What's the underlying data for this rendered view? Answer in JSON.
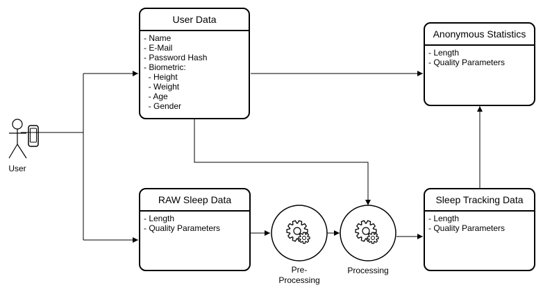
{
  "actor": {
    "label": "User"
  },
  "user_data": {
    "title": "User Data",
    "items": [
      "- Name",
      "- E-Mail",
      "- Password Hash",
      "- Biometric:",
      "  - Height",
      "  - Weight",
      "  - Age",
      "  - Gender"
    ]
  },
  "raw_sleep_data": {
    "title": "RAW Sleep Data",
    "items": [
      "- Length",
      "- Quality Parameters"
    ]
  },
  "anonymous_statistics": {
    "title": "Anonymous Statistics",
    "items": [
      "- Length",
      "- Quality Parameters"
    ]
  },
  "sleep_tracking_data": {
    "title": "Sleep Tracking Data",
    "items": [
      "- Length",
      "- Quality Parameters"
    ]
  },
  "processes": {
    "preprocessing": "Pre-\nProcessing",
    "processing": "Processing"
  },
  "colors": {
    "stroke": "#000000",
    "fill": "#ffffff"
  }
}
